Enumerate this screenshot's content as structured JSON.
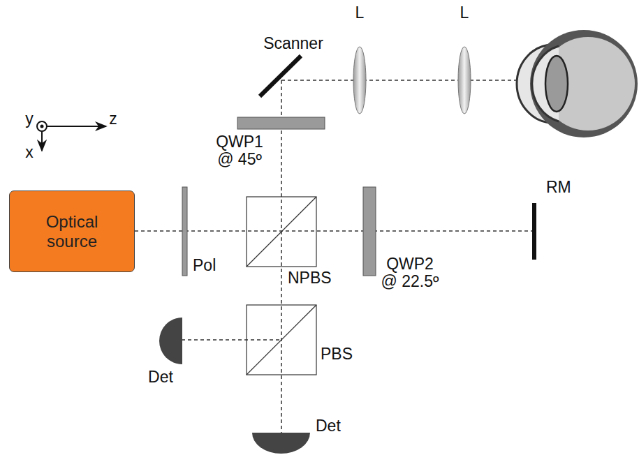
{
  "diagram": {
    "nodes": [
      {
        "text": [
          "Optical source"
        ]
      }
    ],
    "labels": [
      "Scanner",
      "L",
      "L",
      "y",
      "z",
      "x",
      "QWP1 @ 45º",
      "Pol",
      "NPBS",
      "QWP2 @ 22.5º",
      "RM",
      "PBS",
      "Det",
      "Det"
    ]
  }
}
